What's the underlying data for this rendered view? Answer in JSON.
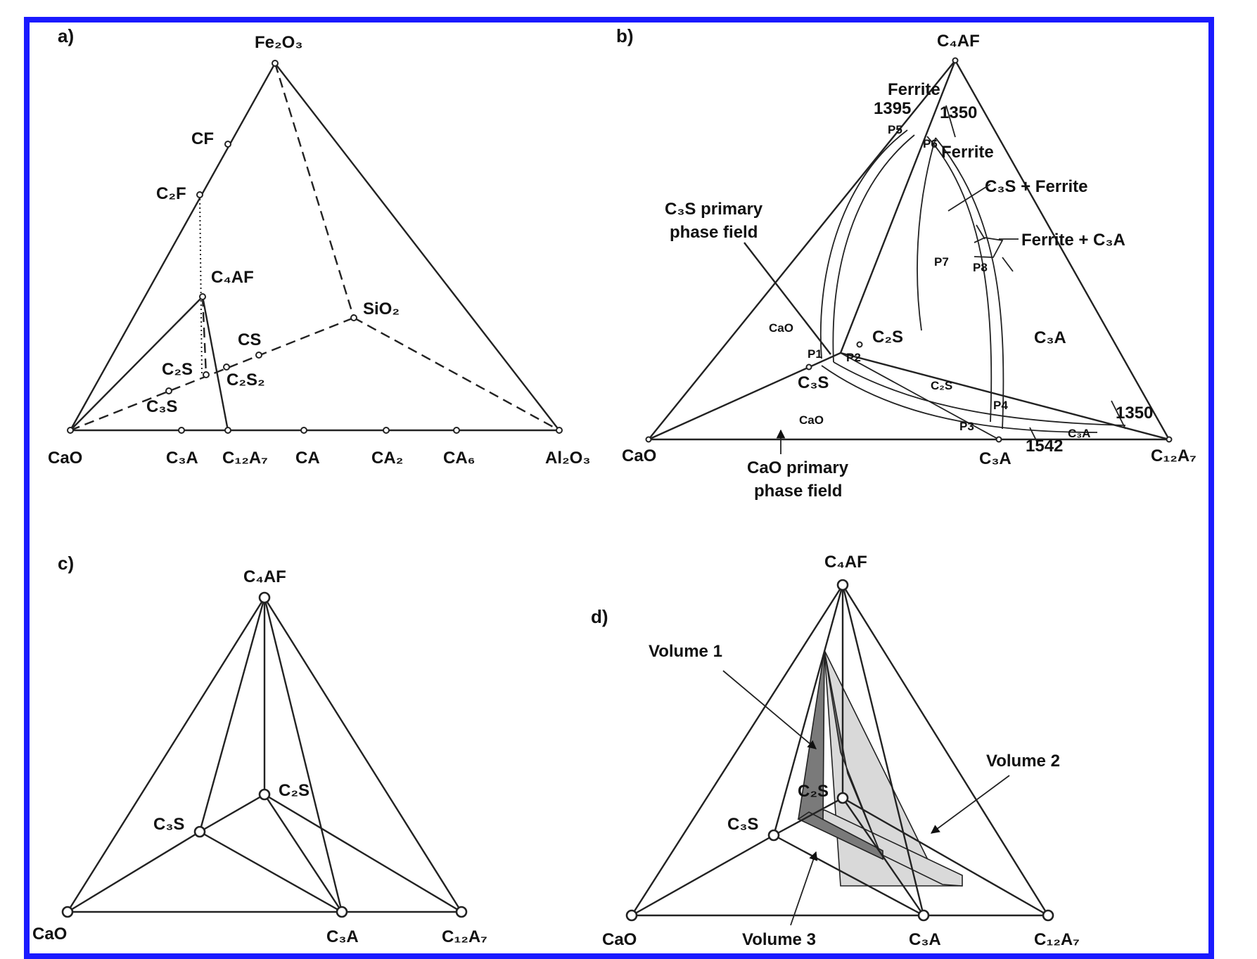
{
  "frame_color": "#1a1aff",
  "panels": {
    "a": {
      "label": "a)",
      "vertices": {
        "top": "Fe₂O₃",
        "left": "CaO",
        "right": "Al₂O₃"
      },
      "side_points": [
        "CF",
        "C₂F",
        "C₄AF"
      ],
      "inner_points": [
        "SiO₂",
        "CS",
        "C₂S",
        "C₂S₂",
        "C₃S"
      ],
      "base_points": [
        "C₃A",
        "C₁₂A₇",
        "CA",
        "CA₂",
        "CA₆"
      ]
    },
    "b": {
      "label": "b)",
      "vertices": {
        "top": "C₄AF",
        "left": "CaO",
        "right": "C₁₂A₇"
      },
      "points": [
        "C₃A",
        "C₂S",
        "C₃S"
      ],
      "invariant_points": [
        "P1",
        "P2",
        "P3",
        "P4",
        "P5",
        "P6",
        "P7",
        "P8"
      ],
      "temperatures": [
        "1395",
        "1350",
        "1350",
        "1542"
      ],
      "field_labels": {
        "ferrite_top": "Ferrite",
        "ferrite_mid": "Ferrite",
        "c3s_ferrite": "C₃S + Ferrite",
        "ferrite_c3a": "Ferrite + C₃A",
        "c3s_primary_l1": "C₃S primary",
        "c3s_primary_l2": "phase field",
        "cao_primary_l1": "CaO primary",
        "cao_primary_l2": "phase field",
        "cao_upper": "CaO",
        "cao_lower": "CaO",
        "c3a_field": "C₃A",
        "c2s_field": "C₂S",
        "c3a_small": "C₃A"
      }
    },
    "c": {
      "label": "c)",
      "vertices": {
        "top": "C₄AF",
        "left": "CaO",
        "right": "C₁₂A₇"
      },
      "points": [
        "C₃S",
        "C₂S",
        "C₃A"
      ]
    },
    "d": {
      "label": "d)",
      "vertices": {
        "top": "C₄AF",
        "left": "CaO",
        "right": "C₁₂A₇"
      },
      "points": [
        "C₃S",
        "C₂S",
        "C₃A"
      ],
      "volumes": [
        "Volume 1",
        "Volume 2",
        "Volume 3"
      ],
      "volume_colors": {
        "volume1": "#7a7a7a",
        "volume2": "#d9d9d9"
      }
    }
  }
}
